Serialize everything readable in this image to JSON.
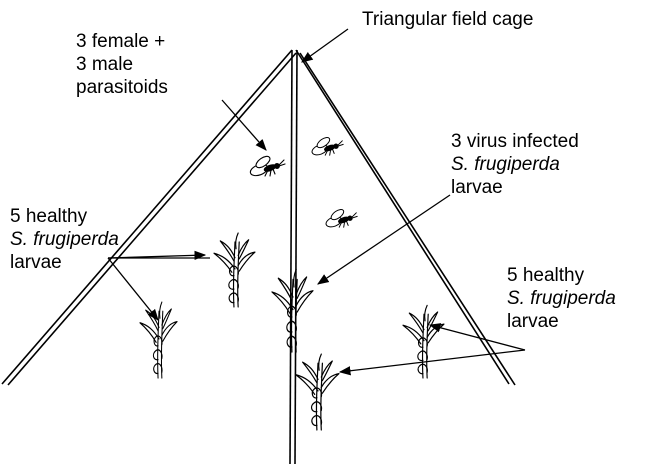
{
  "figure": {
    "cage_label": "Triangular field cage",
    "parasitoid_label": {
      "line1": "3 female +",
      "line2": "3 male",
      "line3": "parasitoids"
    },
    "infected_label": {
      "line1": "3 virus infected",
      "line2": "S. frugiperda",
      "line3": "larvae"
    },
    "healthy_left_label": {
      "line1": "5 healthy",
      "line2": "S. frugiperda",
      "line3": "larvae"
    },
    "healthy_right_label": {
      "line1": "5 healthy",
      "line2": "S. frugiperda",
      "line3": "larvae"
    }
  },
  "colors": {
    "ink": "#000000",
    "background": "#ffffff"
  },
  "icons": [
    "maize-plant-icon",
    "parasitoid-wasp-icon",
    "arrow-icon"
  ]
}
